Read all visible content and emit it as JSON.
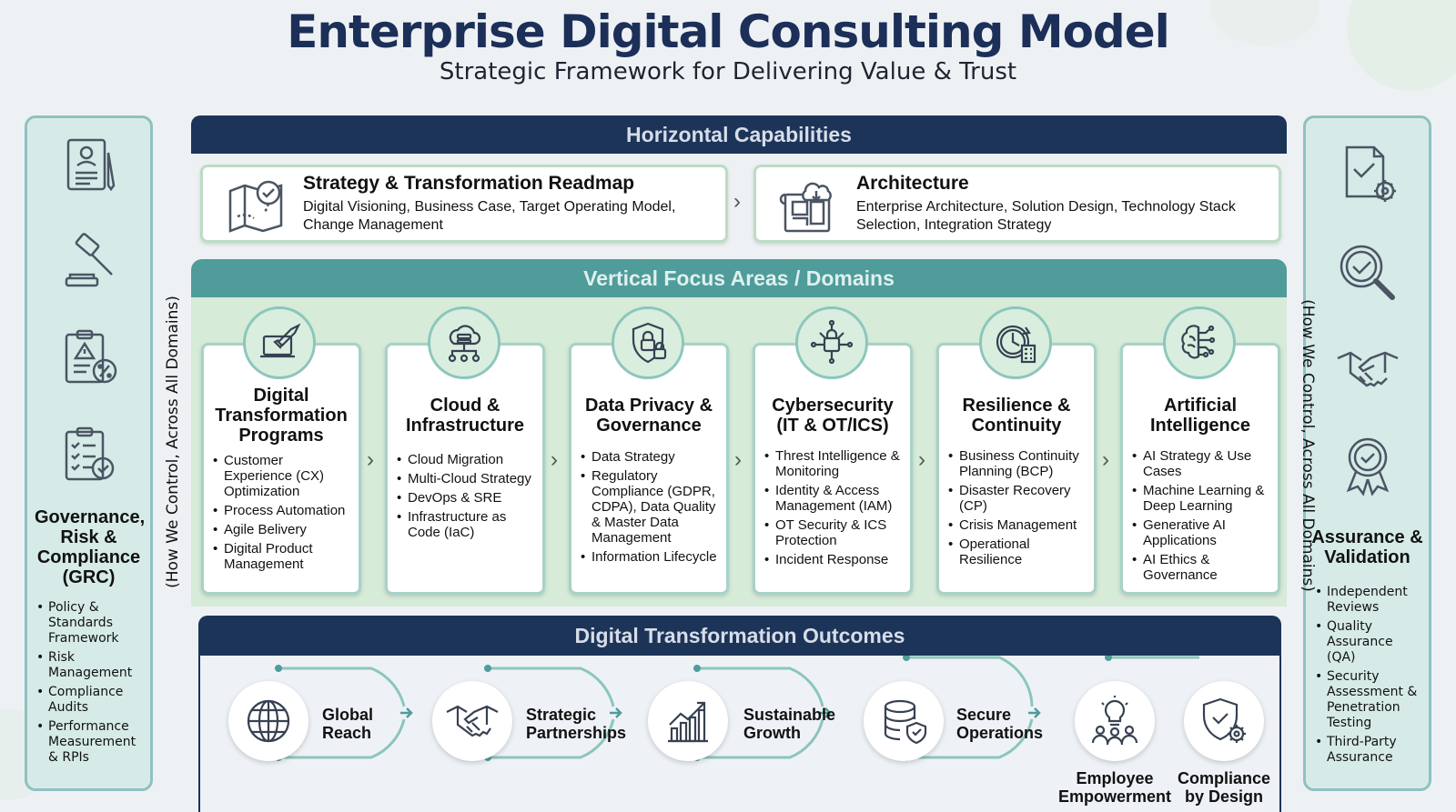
{
  "header": {
    "title": "Enterprise Digital Consulting Model",
    "subtitle": "Strategic Framework for Delivering Value & Trust"
  },
  "left_panel": {
    "title": "Governance, Risk & Compliance (GRC)",
    "icons": [
      "policy-document-icon",
      "gavel-icon",
      "risk-clipboard-icon",
      "audit-checklist-icon"
    ],
    "items": [
      "Policy & Standards Framework",
      "Risk Management",
      "Compliance Audits",
      "Performance Measurement & RPIs"
    ]
  },
  "right_panel": {
    "title": "Assurance & Validation",
    "icons": [
      "document-gear-icon",
      "magnifier-check-icon",
      "handshake-icon",
      "award-badge-icon"
    ],
    "items": [
      "Independent Reviews",
      "Quality Assurance (QA)",
      "Security Assessment & Penetration Testing",
      "Third-Party Assurance"
    ]
  },
  "side_note": "(How We Control, Across All Domains)",
  "horizontal": {
    "title": "Horizontal Capabilities",
    "cards": [
      {
        "title": "Strategy & Transformation Readmap",
        "desc": "Digital Visioning, Business Case, Target Operating Model, Change Management",
        "icon": "map-pin-icon"
      },
      {
        "title": "Architecture",
        "desc": "Enterprise Architecture, Solution Design, Technology Stack Selection, Integration Strategy",
        "icon": "blueprint-cloud-icon"
      }
    ]
  },
  "vertical": {
    "title": "Vertical Focus Areas / Domains",
    "domains": [
      {
        "title": "Digital Transformation Programs",
        "icon": "rocket-laptop-icon",
        "items": [
          "Customer Experience (CX) Optimization",
          "Process Automation",
          "Agile Belivery",
          "Digital Product Management"
        ]
      },
      {
        "title": "Cloud & Infrastructure",
        "icon": "cloud-network-icon",
        "items": [
          "Cloud Migration",
          "Multi-Cloud Strategy",
          "DevOps & SRE",
          "Infrastructure as Code (IaC)"
        ]
      },
      {
        "title": "Data Privacy & Governance",
        "icon": "shield-lock-icon",
        "items": [
          "Data Strategy",
          "Regulatory Compliance (GDPR, CDPA), Data Quality & Master Data Management",
          "Information Lifecycle"
        ]
      },
      {
        "title": "Cybersecurity (IT & OT/ICS)",
        "icon": "lock-circuit-icon",
        "items": [
          "Threst Intelligence & Monitoring",
          "Identity & Access Management (IAM)",
          "OT Security & ICS Protection",
          "Incident Response"
        ]
      },
      {
        "title": "Resilience & Continuity",
        "icon": "clock-building-icon",
        "items": [
          "Business Continuity Planning (BCP)",
          "Disaster Recovery (CP)",
          "Crisis Management",
          "Operational Resilience"
        ]
      },
      {
        "title": "Artificial Intelligence",
        "icon": "ai-brain-icon",
        "items": [
          "AI Strategy & Use Cases",
          "Machine Learning & Deep Learning",
          "Generative AI Applications",
          "AI Ethics & Governance"
        ]
      }
    ]
  },
  "outcomes": {
    "title": "Digital Transformation Outcomes",
    "items": [
      {
        "label": "Global Reach",
        "icon": "globe-icon"
      },
      {
        "label": "Strategic Partnerships",
        "icon": "handshake-icon"
      },
      {
        "label": "Sustainable Growth",
        "icon": "growth-chart-icon"
      },
      {
        "label": "Secure Operations",
        "icon": "database-shield-icon"
      },
      {
        "label": "Employee Empowerment",
        "icon": "people-lightbulb-icon"
      },
      {
        "label": "Compliance by Design",
        "icon": "shield-gear-icon"
      }
    ]
  },
  "colors": {
    "navy": "#1c3458",
    "teal": "#4f9c9a",
    "mint": "#d6ebd8",
    "panel": "#d6ebe8"
  }
}
